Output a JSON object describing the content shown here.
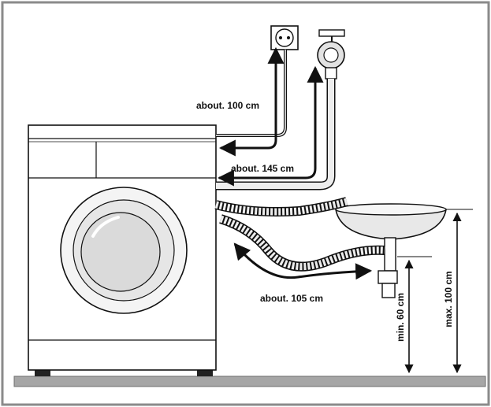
{
  "labels": {
    "power_cable": "about. 100 cm",
    "inlet_hose": "about. 145 cm",
    "drain_hose": "about. 105 cm",
    "min_height": "min. 60 cm",
    "max_height": "max. 100 cm"
  },
  "colors": {
    "frame": "#8a8a8a",
    "floor": "#a6a6a6",
    "line": "#111111",
    "hose_fill": "#ededed",
    "machine_fill": "#ffffff"
  }
}
